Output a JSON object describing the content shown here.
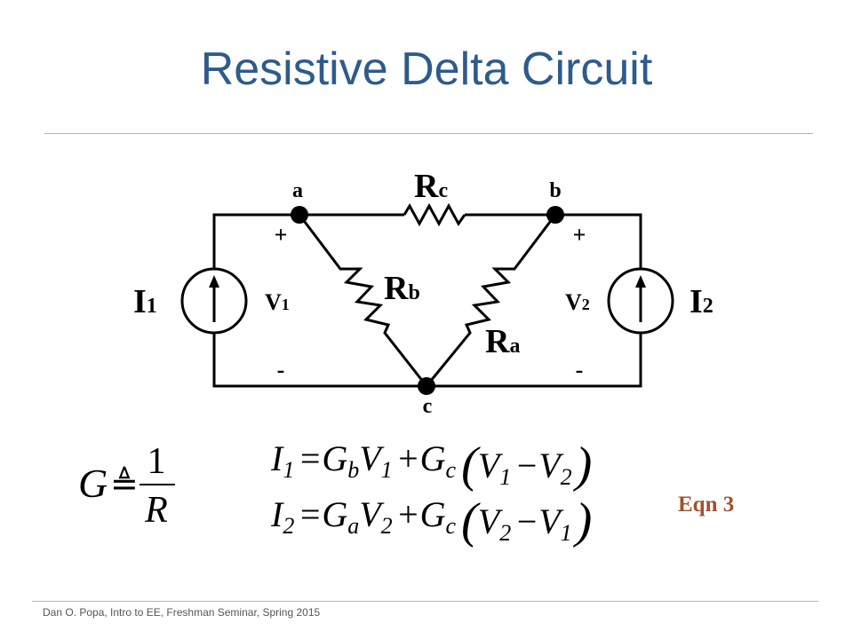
{
  "slide": {
    "title": "Resistive Delta Circuit",
    "footer": "Dan O. Popa, Intro to EE, Freshman Seminar, Spring 2015",
    "title_color": "#2e5b8c",
    "eqn_label_color": "#a0522d"
  },
  "circuit": {
    "nodes": {
      "a": "a",
      "b": "b",
      "c": "c"
    },
    "resistors": {
      "rc": {
        "main": "R",
        "sub": "c"
      },
      "rb": {
        "main": "R",
        "sub": "b"
      },
      "ra": {
        "main": "R",
        "sub": "a"
      }
    },
    "sources": {
      "i1": {
        "main": "I",
        "sub": "1"
      },
      "i2": {
        "main": "I",
        "sub": "2"
      }
    },
    "voltages": {
      "v1": {
        "main": "V",
        "sub": "1"
      },
      "v2": {
        "main": "V",
        "sub": "2"
      }
    },
    "polarity": {
      "plus": "+",
      "minus": "-"
    }
  },
  "equations": {
    "definition": {
      "lhs": "G",
      "op": "≜",
      "num": "1",
      "den": "R"
    },
    "eq1": {
      "I": "I",
      "i_sub": "1",
      "eq": "=",
      "G1": "G",
      "g1_sub": "b",
      "V1": "V",
      "v1_sub": "1",
      "plus": "+",
      "G2": "G",
      "g2_sub": "c",
      "lp": "(",
      "Va": "V",
      "va_sub": "1",
      "minus": "−",
      "Vb": "V",
      "vb_sub": "2",
      "rp": ")"
    },
    "eq2": {
      "I": "I",
      "i_sub": "2",
      "eq": "=",
      "G1": "G",
      "g1_sub": "a",
      "V1": "V",
      "v1_sub": "2",
      "plus": "+",
      "G2": "G",
      "g2_sub": "c",
      "lp": "(",
      "Va": "V",
      "va_sub": "2",
      "minus": "−",
      "Vb": "V",
      "vb_sub": "1",
      "rp": ")"
    },
    "label": "Eqn 3"
  }
}
